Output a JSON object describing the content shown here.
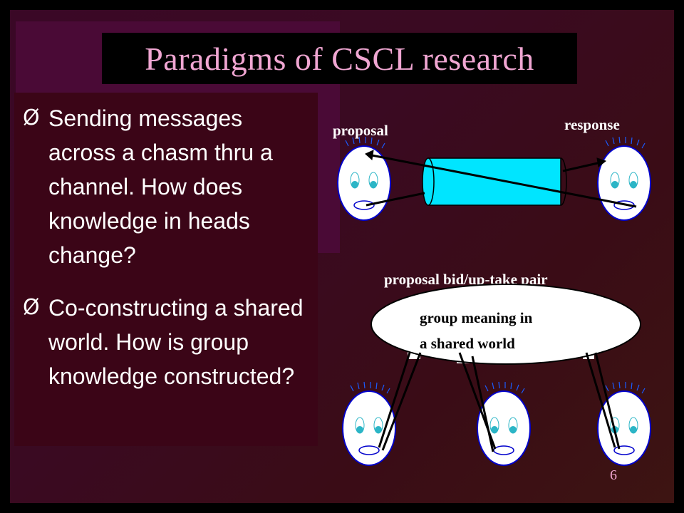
{
  "slide": {
    "title": "Paradigms of CSCL research",
    "page_number": "6"
  },
  "bullets": [
    {
      "marker": "Ø",
      "text": "Sending messages across a chasm thru a channel. How does knowledge in heads change?"
    },
    {
      "marker": "Ø",
      "text": "Co-constructing a shared world. How is group knowledge constructed?"
    }
  ],
  "diagram": {
    "top": {
      "left_label": "proposal",
      "right_label": "response",
      "channel_color": "#00e5ff"
    },
    "bottom": {
      "pair_label": "proposal bid/up-take pair",
      "cloud_line1": "group meaning in",
      "cloud_line2": "a shared world"
    },
    "face_eye_color": "#2bb5c6",
    "face_outline_color": "#0000cc"
  }
}
